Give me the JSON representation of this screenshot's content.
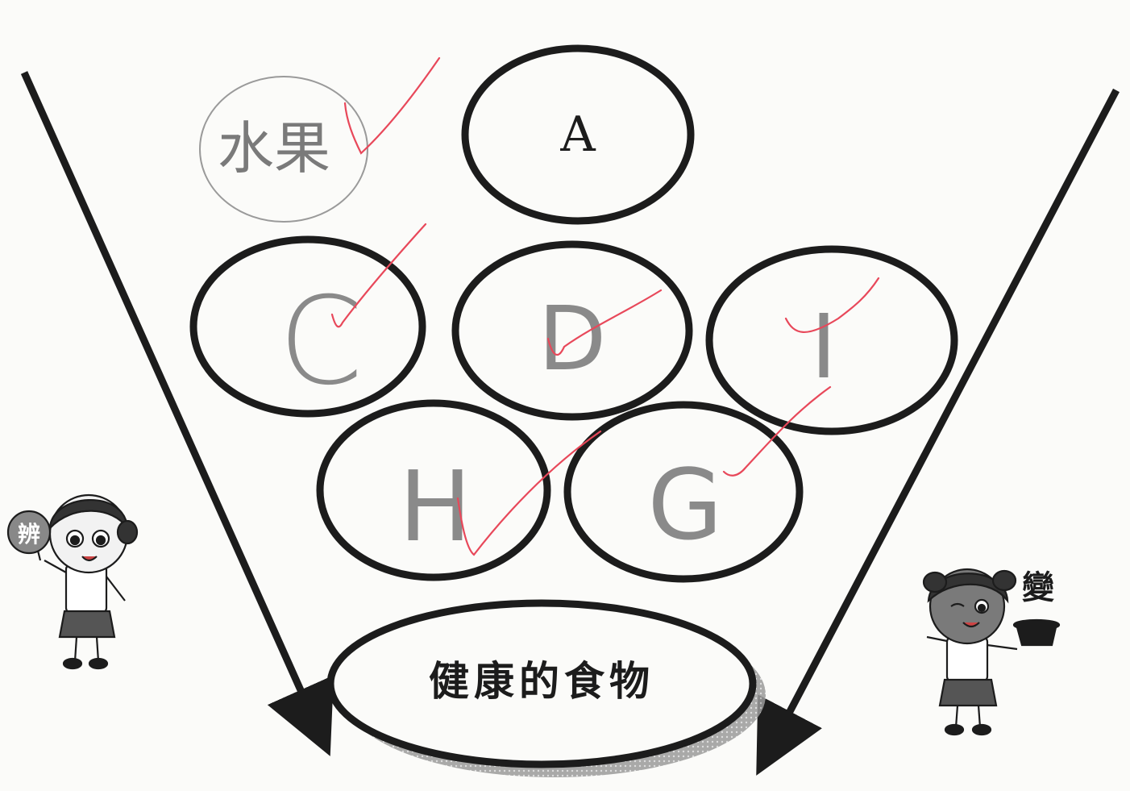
{
  "diagram": {
    "top_circle_label": "A",
    "handwritten_note": "水果",
    "circle_labels": {
      "left": "C",
      "middle": "D",
      "right": "I",
      "bottom_left": "H",
      "bottom_right": "G"
    },
    "bottom_label": "健康的食物"
  },
  "characters": {
    "left_badge": "辨",
    "right_badge": "變"
  },
  "colors": {
    "ink": "#1c1c1c",
    "pencil": "#8a8a8a",
    "check_mark": "#e8485a",
    "paper": "#fbfbf9"
  }
}
